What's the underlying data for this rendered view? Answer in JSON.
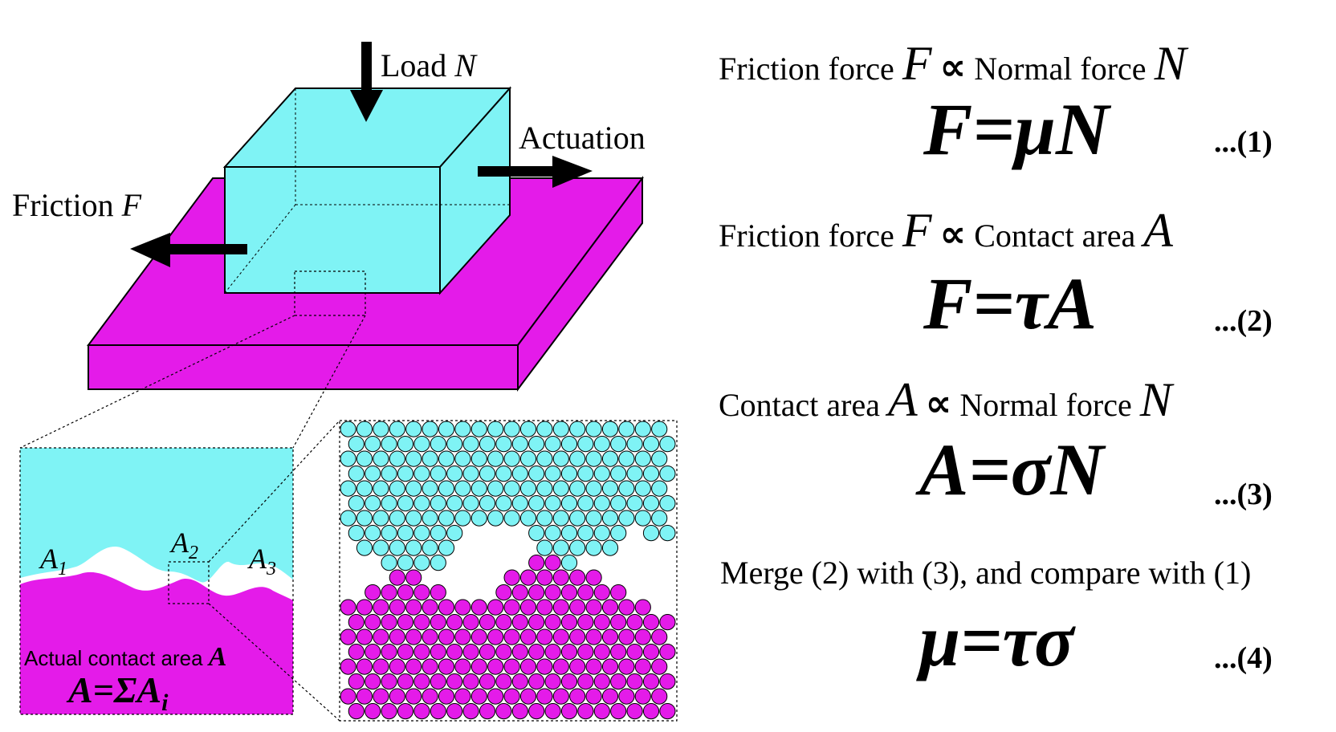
{
  "colors": {
    "cyan": "#7ff3f5",
    "magenta": "#e41be9",
    "black": "#000000",
    "white": "#ffffff"
  },
  "diagram": {
    "load_label": "Load",
    "load_symbol": "N",
    "actuation_label": "Actuation",
    "friction_label": "Friction",
    "friction_symbol": "F",
    "contact_labels": [
      {
        "sym": "A",
        "sub": "1"
      },
      {
        "sym": "A",
        "sub": "2"
      },
      {
        "sym": "A",
        "sub": "3"
      }
    ],
    "actual_area_label": "Actual contact area",
    "actual_area_symbol": "A",
    "sum_formula": {
      "lhs": "A=ΣA",
      "sub": "i"
    }
  },
  "equations": [
    {
      "text_left": "Friction force",
      "sym_left": "F",
      "propto": "∝",
      "text_right": "Normal force",
      "sym_right": "N",
      "formula": "F=μN",
      "number": "...(1)"
    },
    {
      "text_left": "Friction force",
      "sym_left": "F",
      "propto": "∝",
      "text_right": "Contact area",
      "sym_right": "A",
      "formula": "F=τA",
      "number": "...(2)"
    },
    {
      "text_left": "Contact area",
      "sym_left": "A",
      "propto": "∝",
      "text_right": "Normal force",
      "sym_right": "N",
      "formula": "A=σN",
      "number": "...(3)"
    }
  ],
  "merge": {
    "text": "Merge (2) with (3), and compare with (1)",
    "formula": "μ=τσ",
    "number": "...(4)"
  }
}
